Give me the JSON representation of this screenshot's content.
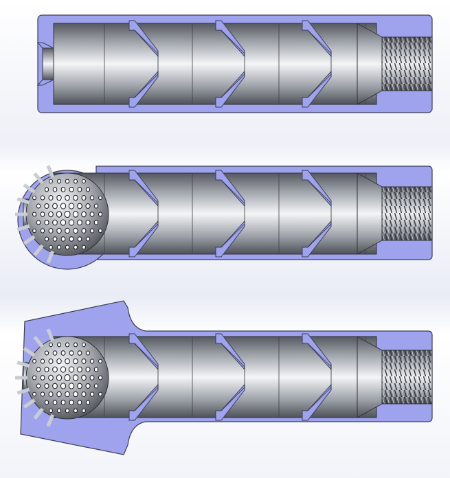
{
  "scene": {
    "views": [
      {
        "id": "view-1",
        "variant": "plain-end"
      },
      {
        "id": "view-2",
        "variant": "perforated-sphere"
      },
      {
        "id": "view-3",
        "variant": "perforated-sphere-flared"
      }
    ],
    "colors": {
      "section_fill": "#9fa3ee",
      "section_outline": "#3a3d55",
      "metal_dark": "#5b5f66",
      "metal_mid": "#a7abb2",
      "metal_light": "#f3f4f6",
      "background": "#ffffff"
    }
  }
}
